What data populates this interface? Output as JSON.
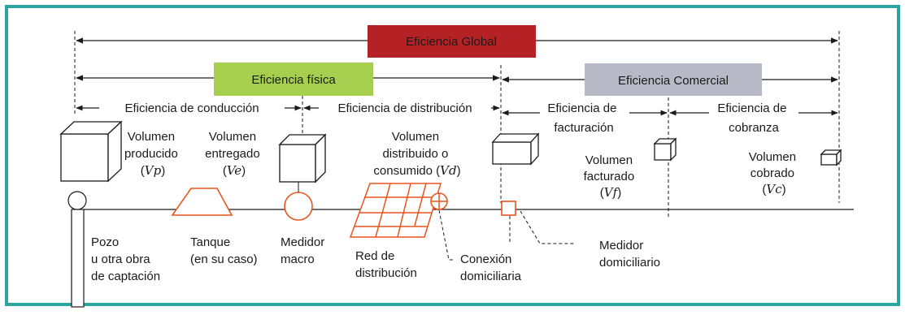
{
  "colors": {
    "border": "#2aa5a0",
    "global_band": "#b52226",
    "fisica_band": "#a6cf4f",
    "comercial_band": "#b9bac7",
    "orange": "#e8541e",
    "line": "#1a1a1a"
  },
  "bands": {
    "global": "Eficiencia Global",
    "fisica": "Eficiencia física",
    "comercial": "Eficiencia Comercial"
  },
  "efficiencies": {
    "conduccion": "Eficiencia de conducción",
    "distribucion": "Eficiencia de distribución",
    "facturacion": [
      "Eficiencia de",
      "facturación"
    ],
    "cobranza": [
      "Eficiencia de",
      "cobranza"
    ]
  },
  "volumes": {
    "producido": {
      "lines": [
        "Volumen",
        "producido"
      ],
      "pre": "(",
      "sym": "Vp",
      "post": ")"
    },
    "entregado": {
      "lines": [
        "Volumen",
        "entregado"
      ],
      "pre": "(",
      "sym": "Ve",
      "post": ")"
    },
    "distribuido": {
      "lines": [
        "Volumen",
        "distribuido o"
      ],
      "pre": "consumido (",
      "sym": "Vd",
      "post": ")"
    },
    "facturado": {
      "lines": [
        "Volumen",
        "facturado"
      ],
      "pre": "(",
      "sym": "Vf",
      "post": ")"
    },
    "cobrado": {
      "lines": [
        "Volumen",
        "cobrado"
      ],
      "pre": "(",
      "sym": "Vc",
      "post": ")"
    }
  },
  "components": {
    "pozo": [
      "Pozo",
      "u otra obra",
      "de captación"
    ],
    "tanque": [
      "Tanque",
      "(en su caso)"
    ],
    "medidor_macro": [
      "Medidor",
      "macro"
    ],
    "red": [
      "Red de",
      "distribución"
    ],
    "conexion": [
      "Conexión",
      "domiciliaria"
    ],
    "medidor_dom": [
      "Medidor",
      "domiciliario"
    ]
  }
}
